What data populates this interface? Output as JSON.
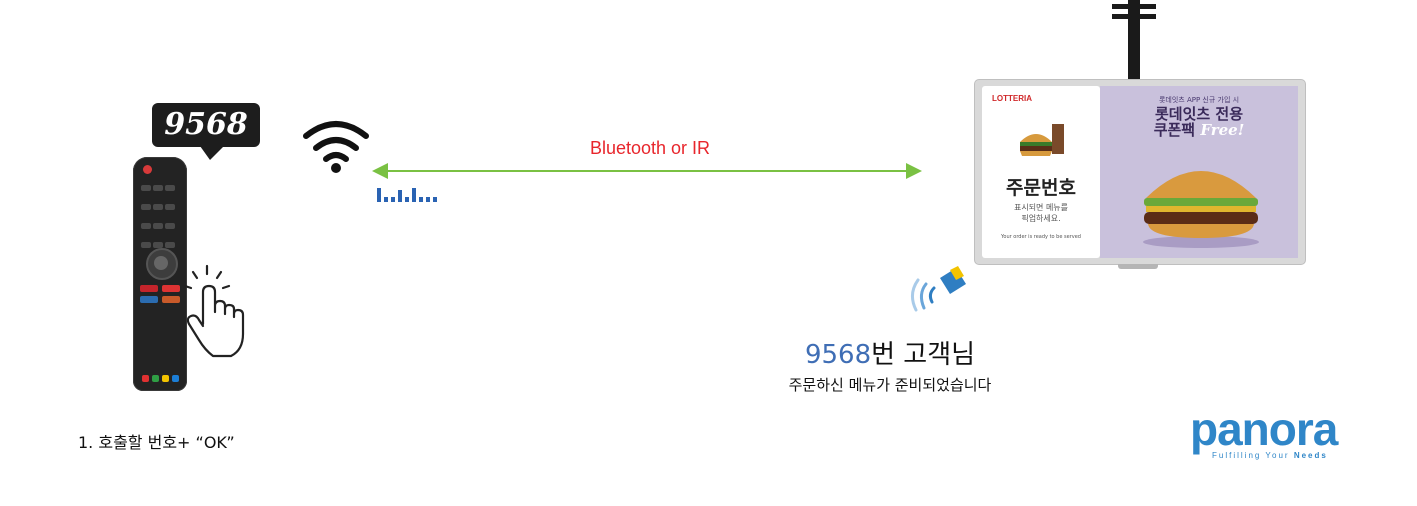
{
  "bubble_number": "9568",
  "link_label": "Bluetooth or IR",
  "tv": {
    "brand": "LOTTERIA",
    "order_title": "주문번호",
    "order_sub_1": "표시되면 메뉴를",
    "order_sub_2": "픽업하세요.",
    "order_sub_en": "Your order is ready to be served",
    "promo_small": "롯데잇츠 APP 신규 가입 시",
    "promo_line1": "롯데잇츠 전용",
    "promo_line2": "쿠폰팩",
    "promo_free": "Free!"
  },
  "customer": {
    "number": "9568",
    "suffix": "번 고객님",
    "message": "주문하신 메뉴가 준비되었습니다"
  },
  "step": "1. 호출할 번호+ “OK”",
  "logo": {
    "name": "panora",
    "tagline": "Fulfilling Your",
    "tagline_bold": "Needs"
  },
  "colors": {
    "link_arrow": "#7ac143",
    "link_label": "#e8262c",
    "signal": "#2a63b3",
    "customer_number": "#3f6eb5",
    "logo": "#2f86c8"
  }
}
